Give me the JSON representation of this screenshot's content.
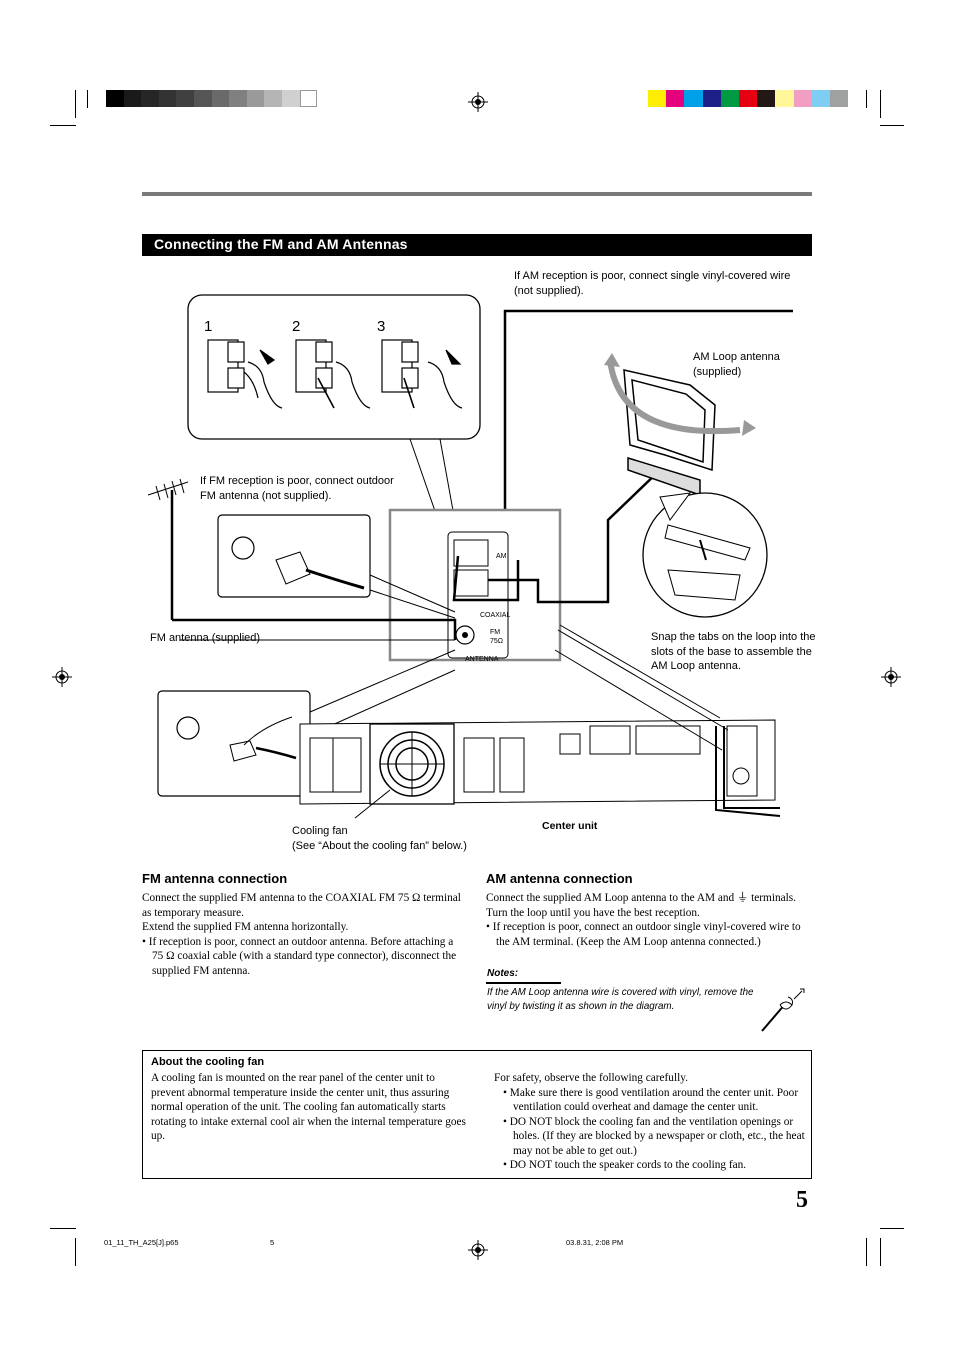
{
  "section_title": "Connecting the FM and AM Antennas",
  "captions": {
    "am_wire": "If AM reception is poor, connect single vinyl-covered wire (not supplied).",
    "am_loop": "AM Loop antenna (supplied)",
    "fm_outdoor": "If FM reception is poor, connect outdoor FM antenna (not supplied).",
    "fm_supplied": "FM antenna (supplied)",
    "snap_tabs": "Snap the tabs on the loop into the slots of the base to assemble the AM Loop antenna.",
    "cooling_fan_line1": "Cooling fan",
    "cooling_fan_line2": "(See “About the cooling fan” below.)",
    "center_unit": "Center unit",
    "step1": "1",
    "step2": "2",
    "step3": "3"
  },
  "panel_labels": {
    "am": "AM",
    "coaxial": "COAXIAL",
    "fm": "FM",
    "ohm": "75Ω",
    "antenna": "ANTENNA"
  },
  "fm_section": {
    "heading": "FM antenna connection",
    "p1": "Connect the supplied FM antenna to the COAXIAL FM 75 Ω terminal as temporary measure.",
    "p2": "Extend the supplied FM antenna horizontally.",
    "bullet1": "• If reception is poor, connect an outdoor antenna. Before attaching a 75 Ω coaxial cable (with a standard type connector), disconnect the supplied FM antenna."
  },
  "am_section": {
    "heading": "AM antenna connection",
    "p1": "Connect the supplied AM Loop antenna to the AM and ⏚ terminals. Turn the loop until you have the best reception.",
    "bullet1": "• If reception is poor, connect an outdoor single vinyl-covered wire to the AM terminal. (Keep the AM Loop antenna connected.)",
    "notes_label": "Notes:",
    "note1": "If the AM Loop antenna wire is covered with vinyl, remove the vinyl by twisting it as shown in the diagram."
  },
  "cooling_box": {
    "title": "About the cooling fan",
    "left_text": "A cooling fan is mounted on the rear panel of the center unit to prevent abnormal temperature inside the center unit, thus assuring normal operation of the unit. The cooling fan automatically starts rotating to intake external cool air when the internal temperature goes up.",
    "right_intro": "For safety, observe the following carefully.",
    "right_bullets": [
      "• Make sure there is good ventilation around the center unit. Poor ventilation could overheat and damage the center unit.",
      "• DO NOT block the cooling fan and the ventilation openings or holes. (If they are blocked by a newspaper or cloth, etc., the heat may not be able to get out.)",
      "• DO NOT touch the speaker cords to the cooling fan."
    ]
  },
  "page_number": "5",
  "footer": {
    "file": "01_11_TH_A25[J].p65",
    "page": "5",
    "date": "03.8.31, 2:08 PM"
  },
  "colors": {
    "gray_bar": [
      "#000000",
      "#1a1a1a",
      "#262626",
      "#333333",
      "#404040",
      "#555555",
      "#6a6a6a",
      "#808080",
      "#9a9a9a",
      "#b5b5b5",
      "#d0d0d0",
      "#ffffff"
    ],
    "color_bar": [
      "#ffed00",
      "#e5007e",
      "#00a0e9",
      "#1d2088",
      "#009944",
      "#e60012",
      "#231815",
      "#fff799",
      "#f19ec2",
      "#7ecef4",
      "#9fa0a0"
    ]
  }
}
